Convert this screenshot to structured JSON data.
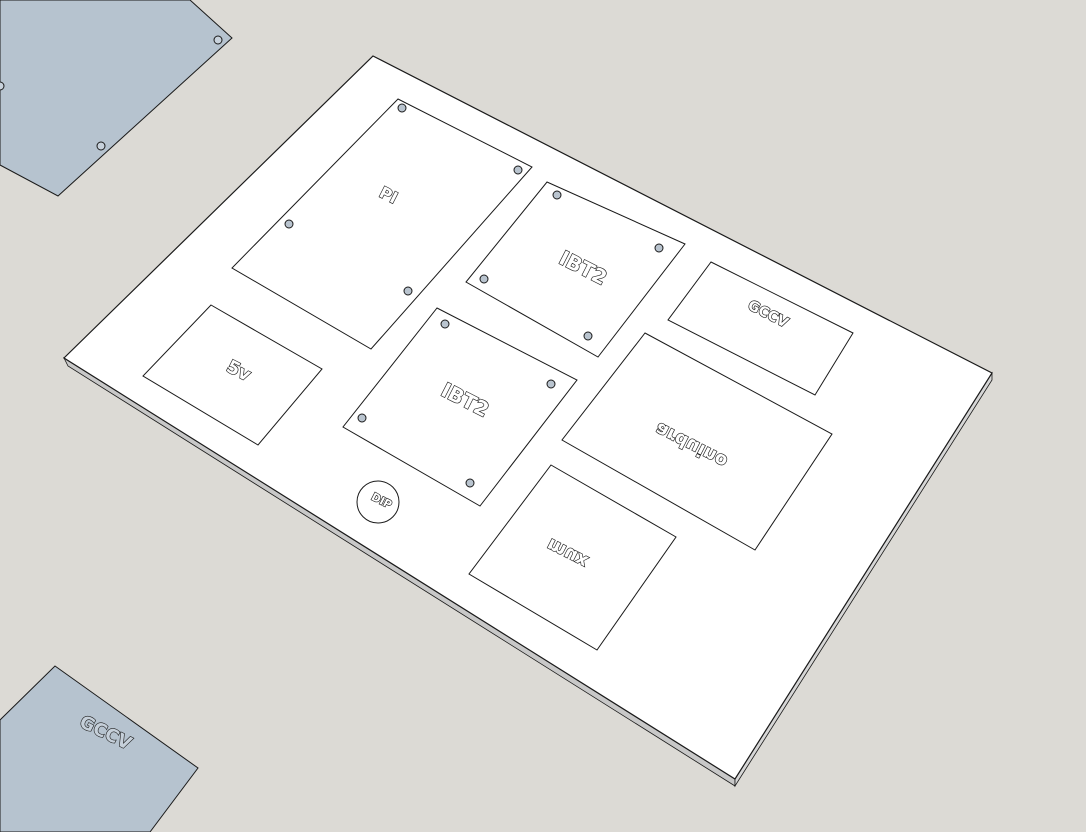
{
  "colors": {
    "background": "#dcdad5",
    "board": "#ffffff",
    "board_edge": "#c8c8c8",
    "component_panel": "#b6c3cf",
    "line": "#1a1a1a",
    "screw_hole": "#b9c4cf"
  },
  "board": {
    "labels": {
      "pi": "PI",
      "ibt2_top": "IBT2",
      "ibt2_bottom": "IBT2",
      "power_5v": "5v",
      "gccv": "GCCV",
      "arduino": "arduino",
      "mux": "mux",
      "dip": "DIP"
    }
  },
  "panels": {
    "gccv_label": "GCCV"
  }
}
